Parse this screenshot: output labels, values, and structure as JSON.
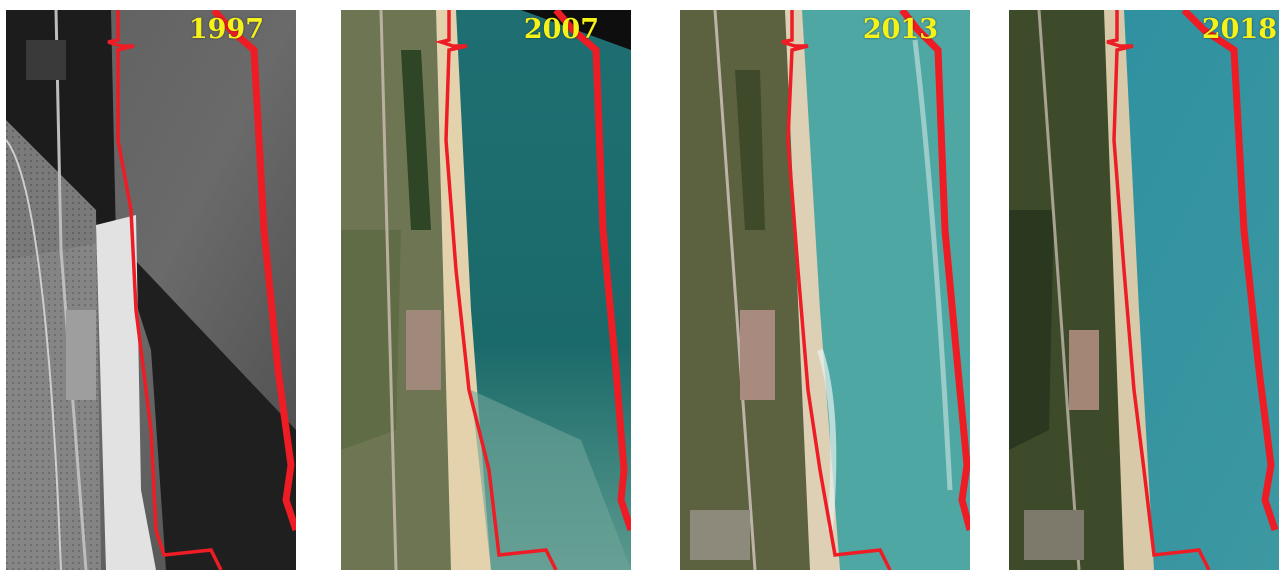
{
  "panels": [
    {
      "year": "1997",
      "style": "grayscale"
    },
    {
      "year": "2007",
      "style": "color"
    },
    {
      "year": "2013",
      "style": "color"
    },
    {
      "year": "2018",
      "style": "color"
    }
  ],
  "colors": {
    "label": "#f5f21a",
    "shoreline": "#ee1c24",
    "sea_2007": "#1f6f72",
    "sea_2013": "#4fa7a3",
    "sea_2018": "#2c8fa0",
    "sand": "#e4d2ac",
    "vegetation": "#4d5a38"
  }
}
